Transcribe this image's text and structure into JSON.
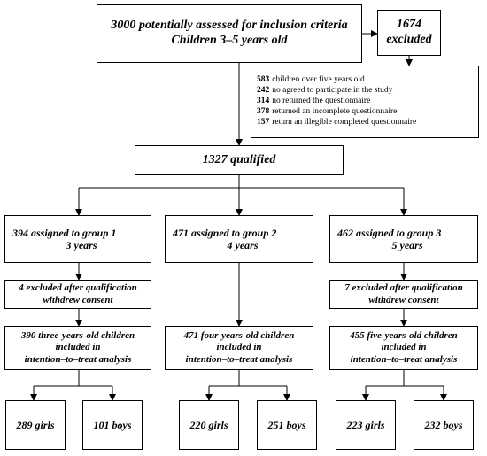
{
  "top": {
    "line1": "3000 potentially assessed for inclusion criteria",
    "line2": "Children 3–5 years old"
  },
  "excluded": {
    "count": "1674",
    "label": "excluded",
    "reasons": [
      {
        "n": "583",
        "text": "children over five years old"
      },
      {
        "n": "242",
        "text": "no agreed to participate in the study"
      },
      {
        "n": "314",
        "text": "no returned the questionnaire"
      },
      {
        "n": "378",
        "text": "returned an incomplete questionnaire"
      },
      {
        "n": "157",
        "text": "return an illegible completed questionnaire"
      }
    ]
  },
  "qualified": "1327 qualified",
  "groups": [
    {
      "assigned": "394 assigned to group 1",
      "age": "3 years",
      "excluded_line1": "4 excluded after qualification",
      "excluded_line2": "withdrew consent",
      "included_line1": "390 three-years-old children",
      "included_line2": "included in",
      "included_line3": "intention–to–treat analysis",
      "girls": "289 girls",
      "boys": "101 boys"
    },
    {
      "assigned": "471 assigned to group 2",
      "age": "4 years",
      "included_line1": "471 four-years-old children",
      "included_line2": "included in",
      "included_line3": "intention–to–treat analysis",
      "girls": "220 girls",
      "boys": "251 boys"
    },
    {
      "assigned": "462 assigned to group 3",
      "age": "5 years",
      "excluded_line1": "7 excluded after qualification",
      "excluded_line2": "withdrew consent",
      "included_line1": "455 five-years-old children",
      "included_line2": "included in",
      "included_line3": "intention–to–treat analysis",
      "girls": "223 girls",
      "boys": "232 boys"
    }
  ]
}
